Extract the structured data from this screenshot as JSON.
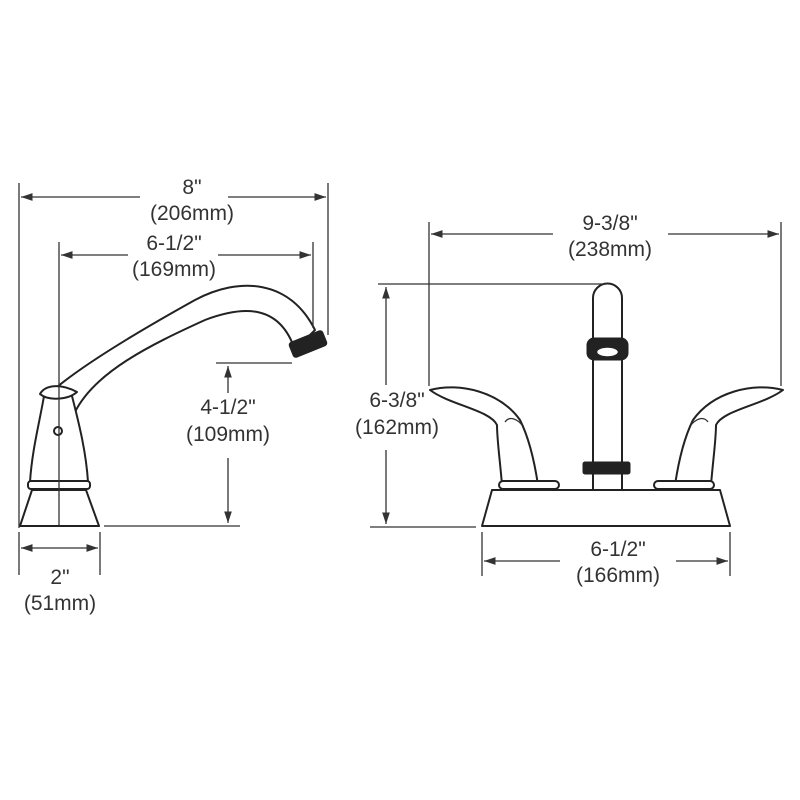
{
  "side_view": {
    "overall_width": {
      "imperial": "8\"",
      "metric": "(206mm)"
    },
    "spout_reach": {
      "imperial": "6-1/2\"",
      "metric": "(169mm)"
    },
    "spout_height": {
      "imperial": "4-1/2\"",
      "metric": "(109mm)"
    },
    "base_depth": {
      "imperial": "2\"",
      "metric": "(51mm)"
    }
  },
  "front_view": {
    "handle_span": {
      "imperial": "9-3/8\"",
      "metric": "(238mm)"
    },
    "overall_height": {
      "imperial": "6-3/8\"",
      "metric": "(162mm)"
    },
    "base_width": {
      "imperial": "6-1/2\"",
      "metric": "(166mm)"
    }
  },
  "colors": {
    "line": "#222222",
    "background": "#ffffff"
  }
}
